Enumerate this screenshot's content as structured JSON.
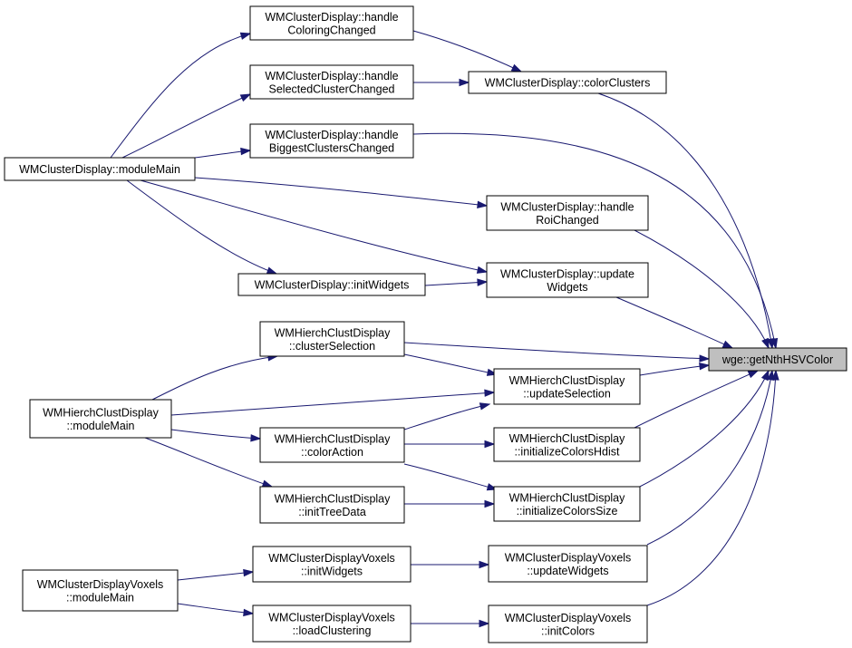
{
  "diagram": {
    "title": "",
    "nodes": [
      {
        "id": "n1",
        "lines": [
          "WMClusterDisplay::handle",
          "ColoringChanged"
        ]
      },
      {
        "id": "n2",
        "lines": [
          "WMClusterDisplay::colorClusters"
        ]
      },
      {
        "id": "n3",
        "lines": [
          "WMClusterDisplay::handle",
          "SelectedClusterChanged"
        ]
      },
      {
        "id": "n4",
        "lines": [
          "WMClusterDisplay::handle",
          "BiggestClustersChanged"
        ]
      },
      {
        "id": "n5",
        "lines": [
          "WMClusterDisplay::moduleMain"
        ]
      },
      {
        "id": "n6",
        "lines": [
          "WMClusterDisplay::handle",
          "RoiChanged"
        ]
      },
      {
        "id": "n7",
        "lines": [
          "WMClusterDisplay::initWidgets"
        ]
      },
      {
        "id": "n8",
        "lines": [
          "WMClusterDisplay::update",
          "Widgets"
        ]
      },
      {
        "id": "n9",
        "lines": [
          "WMHierchClustDisplay",
          "::clusterSelection"
        ]
      },
      {
        "id": "n10",
        "lines": [
          "wge::getNthHSVColor"
        ],
        "highlight": true
      },
      {
        "id": "n11",
        "lines": [
          "WMHierchClustDisplay",
          "::updateSelection"
        ]
      },
      {
        "id": "n12",
        "lines": [
          "WMHierchClustDisplay",
          "::moduleMain"
        ]
      },
      {
        "id": "n13",
        "lines": [
          "WMHierchClustDisplay",
          "::initializeColorsHdist"
        ]
      },
      {
        "id": "n14",
        "lines": [
          "WMHierchClustDisplay",
          "::colorAction"
        ]
      },
      {
        "id": "n15",
        "lines": [
          "WMHierchClustDisplay",
          "::initializeColorsSize"
        ]
      },
      {
        "id": "n16",
        "lines": [
          "WMHierchClustDisplay",
          "::initTreeData"
        ]
      },
      {
        "id": "n17",
        "lines": [
          "WMClusterDisplayVoxels",
          "::initWidgets"
        ]
      },
      {
        "id": "n18",
        "lines": [
          "WMClusterDisplayVoxels",
          "::updateWidgets"
        ]
      },
      {
        "id": "n19",
        "lines": [
          "WMClusterDisplayVoxels",
          "::moduleMain"
        ]
      },
      {
        "id": "n20",
        "lines": [
          "WMClusterDisplayVoxels",
          "::loadClustering"
        ]
      },
      {
        "id": "n21",
        "lines": [
          "WMClusterDisplayVoxels",
          "::initColors"
        ]
      }
    ],
    "edges": [
      {
        "from": "n5",
        "to": "n1"
      },
      {
        "from": "n5",
        "to": "n3"
      },
      {
        "from": "n5",
        "to": "n4"
      },
      {
        "from": "n5",
        "to": "n6"
      },
      {
        "from": "n5",
        "to": "n8"
      },
      {
        "from": "n5",
        "to": "n7"
      },
      {
        "from": "n1",
        "to": "n2"
      },
      {
        "from": "n3",
        "to": "n2"
      },
      {
        "from": "n7",
        "to": "n8"
      },
      {
        "from": "n2",
        "to": "n10"
      },
      {
        "from": "n4",
        "to": "n10"
      },
      {
        "from": "n6",
        "to": "n10"
      },
      {
        "from": "n8",
        "to": "n10"
      },
      {
        "from": "n9",
        "to": "n10"
      },
      {
        "from": "n9",
        "to": "n11"
      },
      {
        "from": "n11",
        "to": "n10"
      },
      {
        "from": "n12",
        "to": "n9"
      },
      {
        "from": "n12",
        "to": "n11"
      },
      {
        "from": "n12",
        "to": "n14"
      },
      {
        "from": "n12",
        "to": "n16"
      },
      {
        "from": "n14",
        "to": "n11"
      },
      {
        "from": "n14",
        "to": "n13"
      },
      {
        "from": "n14",
        "to": "n15"
      },
      {
        "from": "n16",
        "to": "n15"
      },
      {
        "from": "n13",
        "to": "n10"
      },
      {
        "from": "n15",
        "to": "n10"
      },
      {
        "from": "n19",
        "to": "n17"
      },
      {
        "from": "n19",
        "to": "n20"
      },
      {
        "from": "n17",
        "to": "n18"
      },
      {
        "from": "n20",
        "to": "n21"
      },
      {
        "from": "n18",
        "to": "n10"
      },
      {
        "from": "n21",
        "to": "n10"
      }
    ]
  }
}
